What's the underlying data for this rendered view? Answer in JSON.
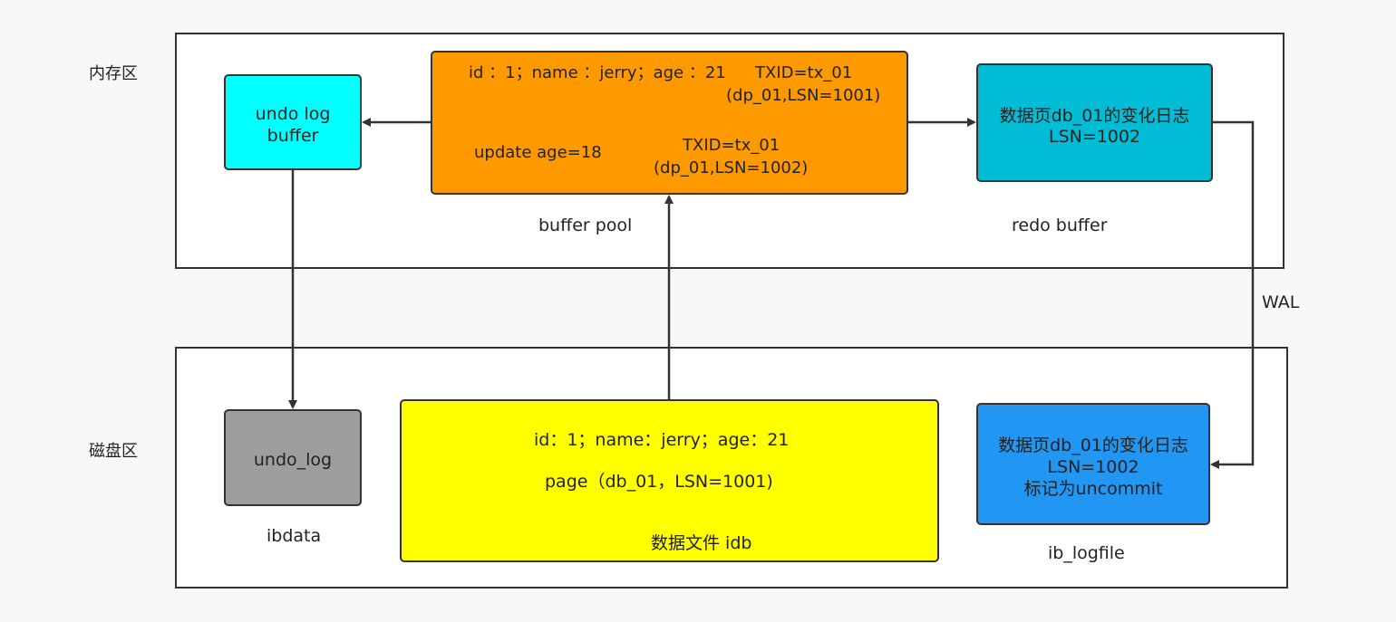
{
  "colors": {
    "page_bg": "#f8f8f8",
    "region_bg": "#ffffff",
    "undo_buffer": "#00ffff",
    "buffer_pool": "#ff9900",
    "redo_buffer": "#00bcd4",
    "undo_log_disk": "#9e9e9e",
    "data_file": "#ffff00",
    "ib_logfile": "#2196f3",
    "stroke": "#333333"
  },
  "memory": {
    "label": "内存区",
    "undo_buffer": {
      "line1": "undo log",
      "line2": "buffer"
    },
    "buffer_pool": {
      "row1": "id ：1；name ：jerry；age ：21",
      "txid1": "TXID=tx_01",
      "lsn1": "(dp_01,LSN=1001)",
      "update": "update age=18",
      "txid2": "TXID=tx_01",
      "lsn2": "(dp_01,LSN=1002)",
      "caption": "buffer pool"
    },
    "redo_buffer": {
      "line1": "数据页db_01的变化日志",
      "line2": "LSN=1002",
      "caption": "redo buffer"
    }
  },
  "disk": {
    "label": "磁盘区",
    "undo_log": {
      "label": "undo_log",
      "caption": "ibdata"
    },
    "data_file": {
      "row1": "id：1；name：jerry；age：21",
      "row2": "page（db_01，LSN=1001)",
      "caption": "数据文件 idb"
    },
    "ib_logfile": {
      "line1": "数据页db_01的变化日志",
      "line2": "LSN=1002",
      "line3": "标记为uncommit",
      "caption": "ib_logfile"
    }
  },
  "wal_label": "WAL"
}
